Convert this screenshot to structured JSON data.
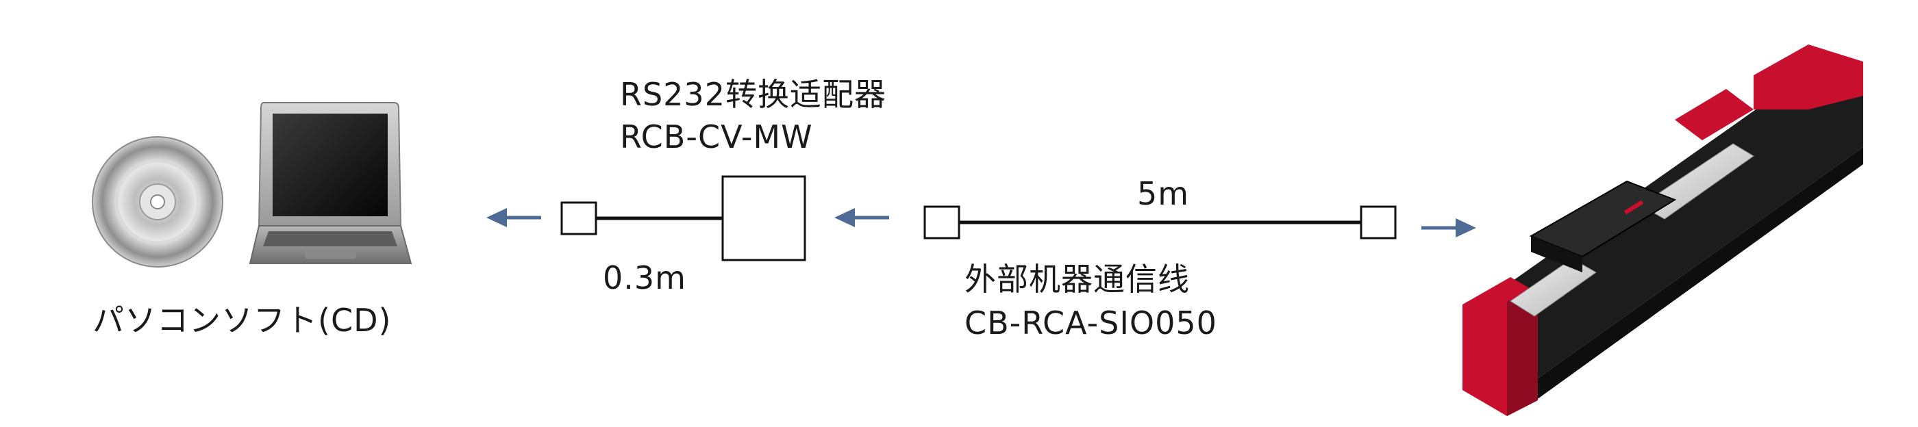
{
  "software": {
    "label": "パソコンソフト(CD)"
  },
  "adapter": {
    "title": "RS232转换适配器",
    "model": "RCB-CV-MW"
  },
  "short_cable": {
    "length": "0.3m"
  },
  "main_cable": {
    "length": "5m",
    "title": "外部机器通信线",
    "model": "CB-RCA-SIO050"
  },
  "colors": {
    "arrow": "#4d6b94",
    "line": "#111111",
    "actuator_red": "#c8102e",
    "actuator_body": "#1c1c1c"
  }
}
